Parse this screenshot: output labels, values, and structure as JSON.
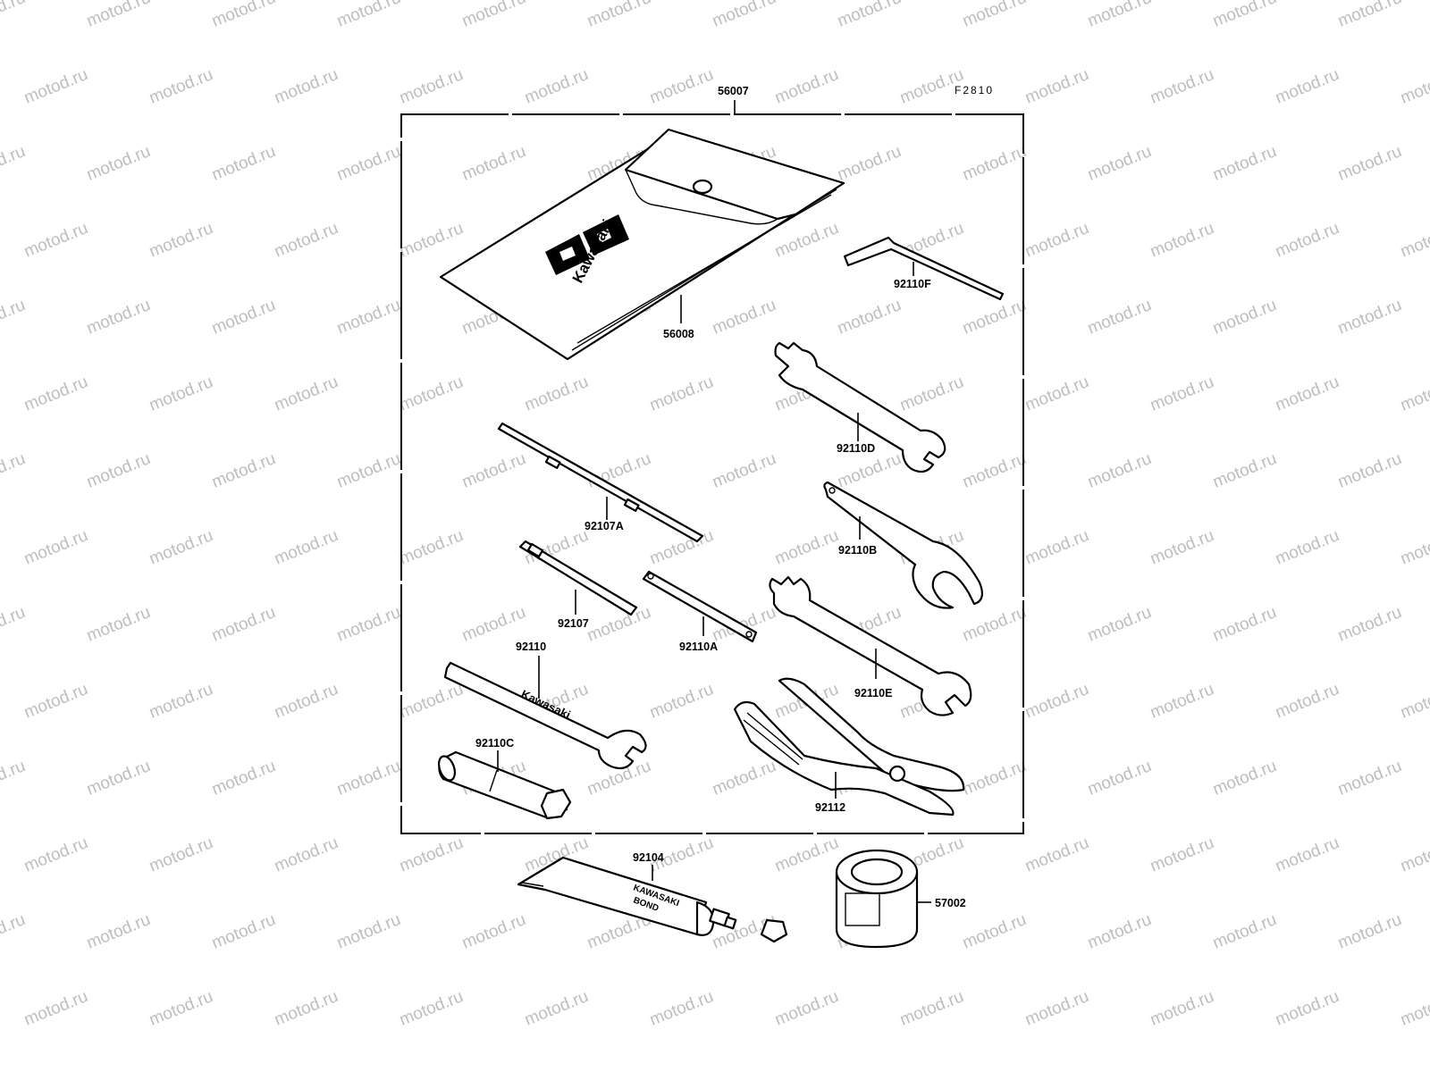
{
  "diagram": {
    "figure_code": "F2810",
    "watermark": "motod.ru",
    "brand_vertical": "Kawasaki",
    "tube_text_line1": "KAWASAKI",
    "tube_text_line2": "BOND",
    "wrench_brand_text": "Kawasaki",
    "parts": [
      {
        "id": "kit-case",
        "number": "56007"
      },
      {
        "id": "tool-bag",
        "number": "56008"
      },
      {
        "id": "hex-wrench",
        "number": "92110F"
      },
      {
        "id": "open-end-wrench-large",
        "number": "92110D"
      },
      {
        "id": "screwdriver-double",
        "number": "92107A"
      },
      {
        "id": "hook-spanner",
        "number": "92110B"
      },
      {
        "id": "screwdriver",
        "number": "92107"
      },
      {
        "id": "flat-wrench",
        "number": "92110A"
      },
      {
        "id": "open-end-wrench-medium",
        "number": "92110E"
      },
      {
        "id": "single-end-wrench",
        "number": "92110"
      },
      {
        "id": "spark-plug-socket",
        "number": "92110C"
      },
      {
        "id": "pliers",
        "number": "92112"
      },
      {
        "id": "bond-tube",
        "number": "92104"
      },
      {
        "id": "grease-can",
        "number": "57002"
      }
    ]
  }
}
